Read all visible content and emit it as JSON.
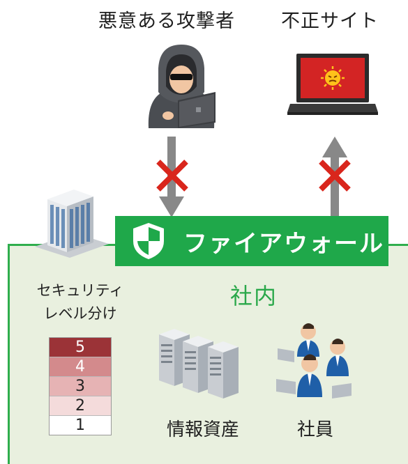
{
  "labels": {
    "attacker": "悪意ある攻撃者",
    "bad_site": "不正サイト",
    "firewall": "ファイアウォール",
    "internal": "社内",
    "security_line1": "セキュリティ",
    "security_line2": "レベル分け",
    "assets": "情報資産",
    "employees": "社員"
  },
  "levels": [
    {
      "label": "5",
      "color": "#9b3337",
      "text_color": "#ffffff"
    },
    {
      "label": "4",
      "color": "#d38a8c",
      "text_color": "#ffffff"
    },
    {
      "label": "3",
      "color": "#e6b3b4",
      "text_color": "#222222"
    },
    {
      "label": "2",
      "color": "#f4dbdb",
      "text_color": "#222222"
    },
    {
      "label": "1",
      "color": "#ffffff",
      "text_color": "#222222"
    }
  ],
  "colors": {
    "firewall_green": "#1fa84a",
    "zone_bg": "#e9f0df",
    "block_red": "#d9261c",
    "arrow_gray": "#888888"
  },
  "icons": {
    "attacker": "hooded-hacker-icon",
    "bad_site": "malicious-laptop-icon",
    "building": "office-building-icon",
    "shield": "shield-icon",
    "servers": "server-rack-icon",
    "employees": "employee-group-icon",
    "blocked": "x-mark-icon"
  }
}
